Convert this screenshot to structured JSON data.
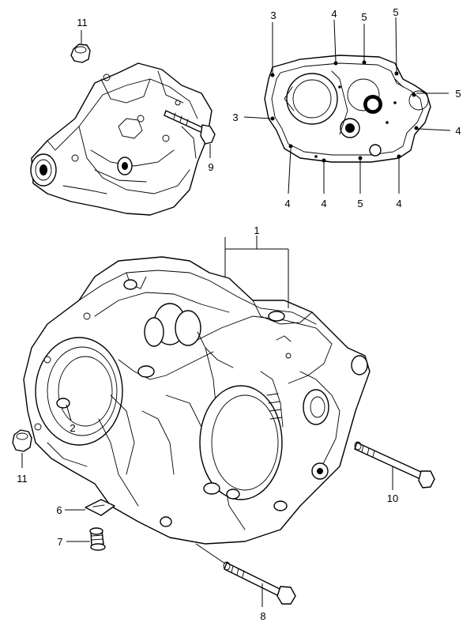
{
  "callouts": {
    "c1": "1",
    "c2": "2",
    "c3a": "3",
    "c3b": "3",
    "c4a": "4",
    "c4b": "4",
    "c4c": "4",
    "c4d": "4",
    "c4e": "4",
    "c5a": "5",
    "c5b": "5",
    "c5c": "5",
    "c5d": "5",
    "c6": "6",
    "c7": "7",
    "c8": "8",
    "c9": "9",
    "c10": "10",
    "c11a": "11",
    "c11b": "11"
  }
}
